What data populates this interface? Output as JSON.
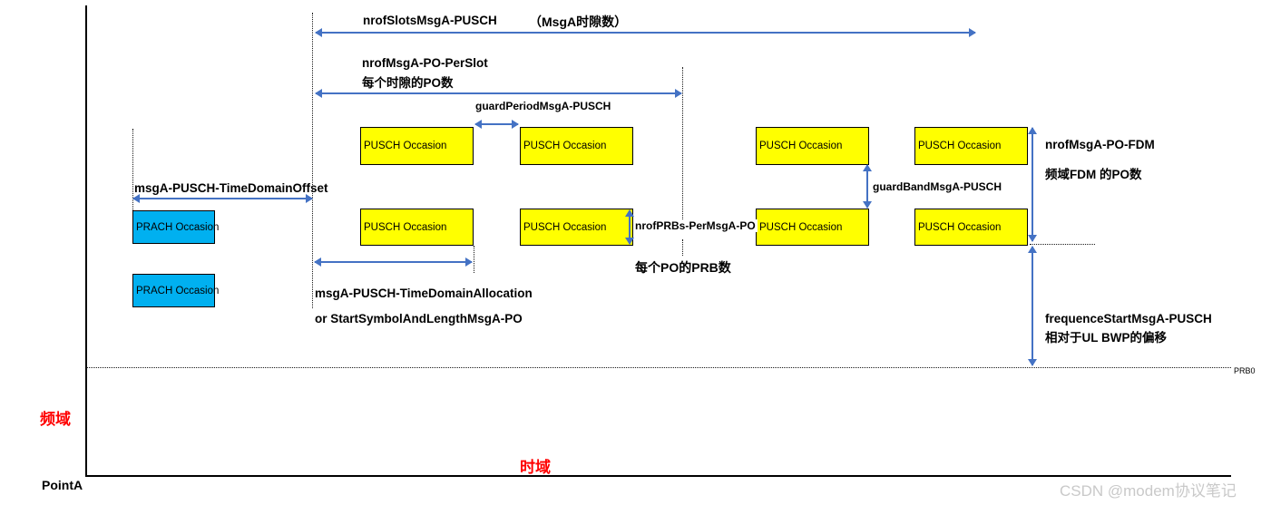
{
  "diagram": {
    "pusch_box_label": "PUSCH Occasion",
    "prach_box_label": "PRACH Occasion"
  },
  "annotations": {
    "nrof_slots": "nrofSlotsMsgA-PUSCH",
    "nrof_slots_cn": "（MsgA时隙数）",
    "nrof_po_per_slot": "nrofMsgA-PO-PerSlot",
    "nrof_po_per_slot_cn": "每个时隙的PO数",
    "guard_period": "guardPeriodMsgA-PUSCH",
    "time_domain_offset": "msgA-PUSCH-TimeDomainOffset",
    "nrof_prbs_per_po": "nrofPRBs-PerMsgA-PO",
    "nrof_prbs_per_po_cn": "每个PO的PRB数",
    "guard_band": "guardBandMsgA-PUSCH",
    "nrof_po_fdm": "nrofMsgA-PO-FDM",
    "nrof_po_fdm_cn": "频域FDM 的PO数",
    "time_domain_allocation": "msgA-PUSCH-TimeDomainAllocation",
    "time_domain_allocation_alt": "or StartSymbolAndLengthMsgA-PO",
    "frequence_start": "frequenceStartMsgA-PUSCH",
    "frequence_start_cn": "相对于UL BWP的偏移"
  },
  "axes": {
    "frequency_label": "频域",
    "time_label": "时域",
    "origin_label": "PointA",
    "prb0_label": "PRB0"
  },
  "watermark": "CSDN @modem协议笔记",
  "colors": {
    "pusch_fill": "#FFFF00",
    "prach_fill": "#00B0F0",
    "arrow": "#4472C4",
    "axis_label_red": "#FF0000",
    "watermark_gray": "#C9C9C9"
  }
}
